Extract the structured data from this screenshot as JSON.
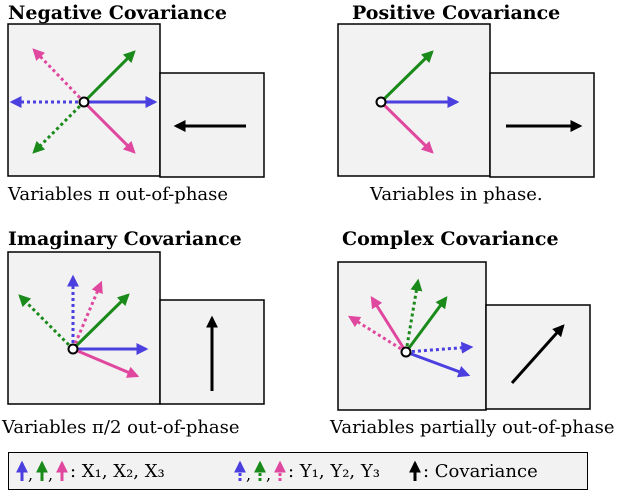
{
  "panels": [
    {
      "title": "Negative Covariance",
      "caption": "Variables π out-of-phase"
    },
    {
      "title": "Positive Covariance",
      "caption": "Variables in phase."
    },
    {
      "title": "Imaginary Covariance",
      "caption": "Variables π/2 out-of-phase"
    },
    {
      "title": "Complex Covariance",
      "caption": "Variables partially out-of-phase"
    }
  ],
  "legend": {
    "x_label": ": X₁, X₂, X₃",
    "y_label": ": Y₁, Y₂, Y₃",
    "cov_label": ": Covariance"
  },
  "colors": {
    "x1": "#4b3fe0",
    "x2": "#1a8a1a",
    "x3": "#e0479e",
    "covariance": "#000000",
    "panel_bg": "#f2f2f2"
  }
}
